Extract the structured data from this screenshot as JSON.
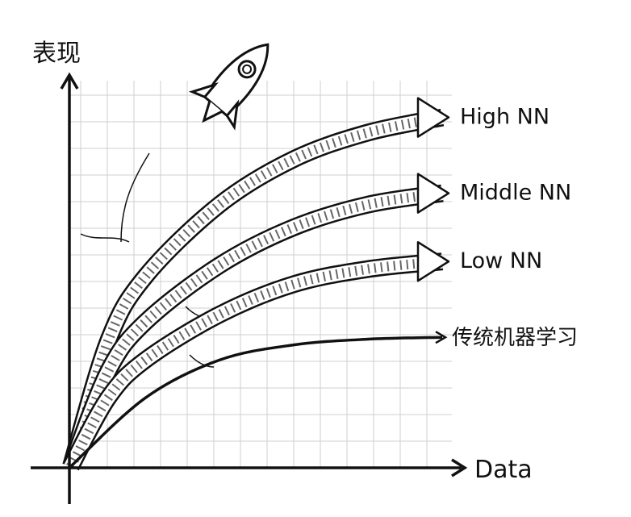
{
  "chart_data": {
    "type": "line",
    "title": "",
    "xlabel": "Data",
    "ylabel": "表现",
    "xlim": [
      0,
      10
    ],
    "ylim": [
      0,
      10
    ],
    "grid": true,
    "legend": "labels at line ends (right)",
    "series": [
      {
        "name": "High NN",
        "style": "wide-arrow",
        "points": [
          [
            0,
            0
          ],
          [
            1,
            3.3
          ],
          [
            2,
            5
          ],
          [
            4,
            6.9
          ],
          [
            6,
            8.1
          ],
          [
            8,
            8.8
          ],
          [
            10,
            9.2
          ]
        ]
      },
      {
        "name": "Middle NN",
        "style": "wide-arrow",
        "points": [
          [
            0,
            0
          ],
          [
            1,
            2.5
          ],
          [
            2,
            3.8
          ],
          [
            4,
            5.3
          ],
          [
            6,
            6.3
          ],
          [
            8,
            6.9
          ],
          [
            10,
            7.2
          ]
        ]
      },
      {
        "name": "Low NN",
        "style": "wide-arrow",
        "points": [
          [
            0,
            0
          ],
          [
            1,
            1.8
          ],
          [
            2,
            2.8
          ],
          [
            4,
            4
          ],
          [
            6,
            4.8
          ],
          [
            8,
            5.2
          ],
          [
            10,
            5.4
          ]
        ]
      },
      {
        "name": "传统机器学习",
        "style": "line",
        "points": [
          [
            0,
            0
          ],
          [
            2,
            1.8
          ],
          [
            4,
            2.8
          ],
          [
            6,
            3.2
          ],
          [
            8,
            3.35
          ],
          [
            10,
            3.4
          ]
        ]
      }
    ]
  },
  "colors": {
    "ink": "#111111",
    "grid": "#cfcfcf"
  }
}
